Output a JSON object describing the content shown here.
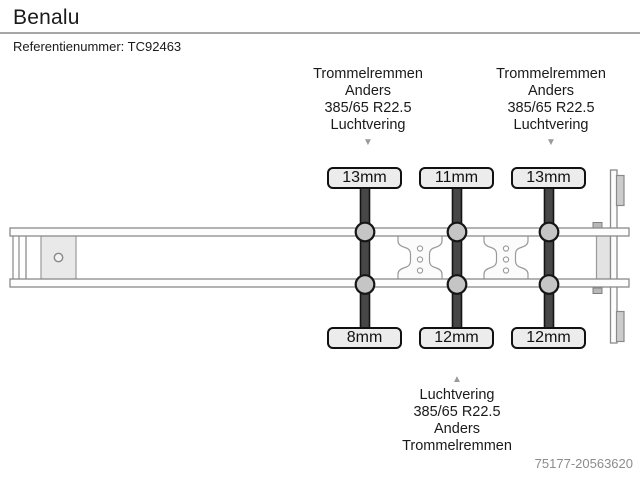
{
  "header": {
    "title": "Benalu",
    "reference_label": "Referentienummer:",
    "reference_value": "TC92463"
  },
  "annotations": {
    "front": {
      "lines": [
        "Trommelremmen",
        "Anders",
        "385/65 R22.5",
        "Luchtvering"
      ]
    },
    "rear": {
      "lines": [
        "Trommelremmen",
        "Anders",
        "385/65 R22.5",
        "Luchtvering"
      ]
    },
    "middle": {
      "lines": [
        "Luchtvering",
        "385/65 R22.5",
        "Anders",
        "Trommelremmen"
      ]
    }
  },
  "icons": {
    "arrow_down": "▼",
    "arrow_up": "▲"
  },
  "diagram": {
    "type": "trailer-axle-tread-depth-schematic",
    "axles": [
      {
        "top_tread": "13mm",
        "bottom_tread": "8mm"
      },
      {
        "top_tread": "11mm",
        "bottom_tread": "12mm"
      },
      {
        "top_tread": "13mm",
        "bottom_tread": "12mm"
      }
    ]
  },
  "footer": {
    "listing_id": "75177-20563620"
  },
  "colors": {
    "axle_bar": "#474747",
    "wheel_hub": "#c5c5c5",
    "badge_bg": "#ececec",
    "frame_outline": "#8a8a8a",
    "arrow": "#9a9a9a",
    "muted_text": "#8c8c8c"
  }
}
